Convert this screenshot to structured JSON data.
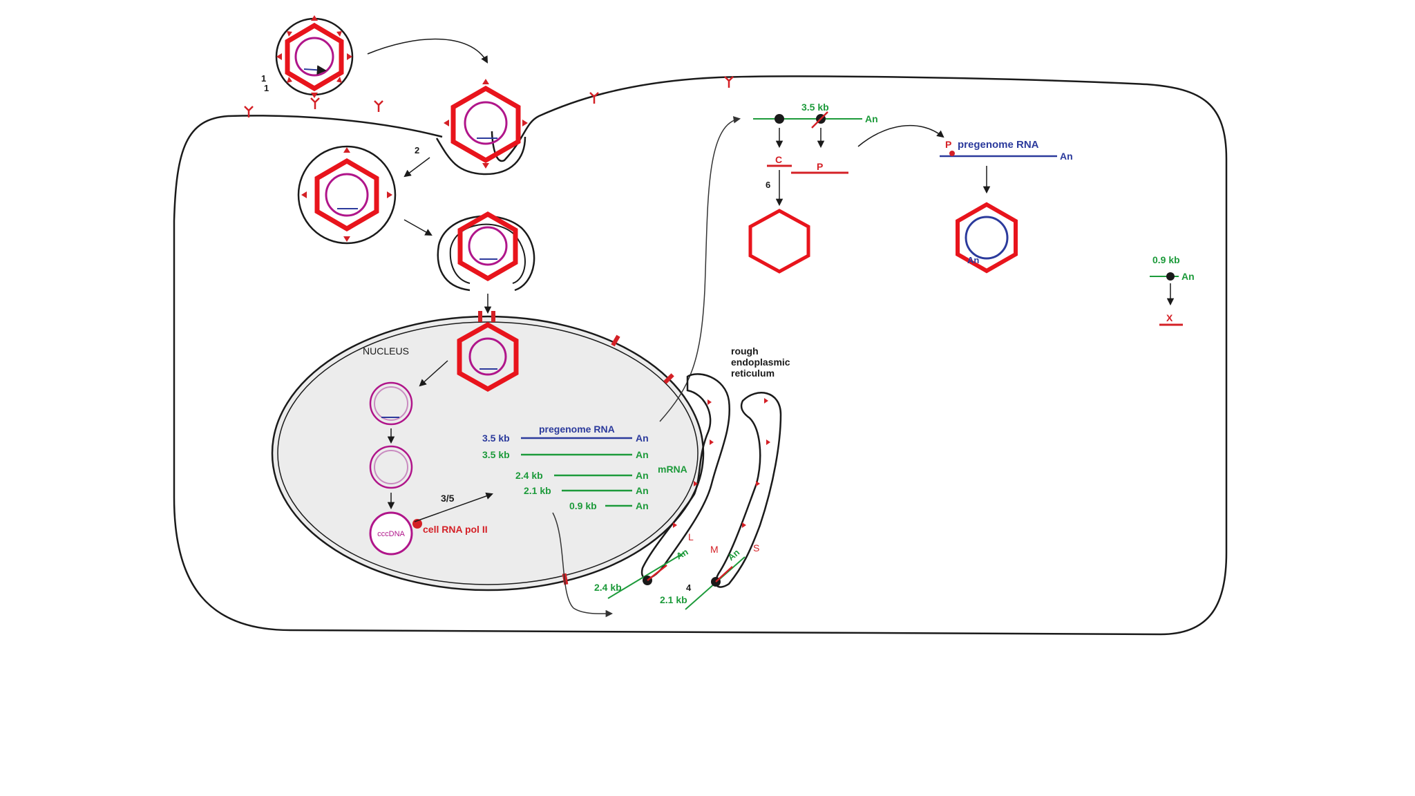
{
  "colors": {
    "membrane": "#1a1a1a",
    "capsid": "#e8141c",
    "genome": "#b0158a",
    "pregenome": "#2b3a9c",
    "mrna": "#1c9a3a",
    "protein": "#d42026",
    "nucleus_fill": "#ececec"
  },
  "labels": {
    "step1": "1",
    "step1b": "1",
    "step2": "2",
    "step35": "3/5",
    "step4": "4",
    "step6": "6",
    "nucleus": "NUCLEUS",
    "rer_line1": "rough",
    "rer_line2": "endoplasmic",
    "rer_line3": "reticulum",
    "cccdna": "cccDNA",
    "rna_pol": "cell RNA pol II",
    "mrna": "mRNA",
    "pregenome_nuc": "pregenome RNA",
    "kb35_blue": "3.5 kb",
    "kb35_green": "3.5 kb",
    "kb24": "2.4 kb",
    "kb21": "2.1 kb",
    "kb09": "0.9 kb",
    "an": "An",
    "cyto_kb35": "3.5 kb",
    "protein_c": "C",
    "protein_p": "P",
    "pregenome_cyto_p": "P",
    "pregenome_cyto": "pregenome RNA",
    "cyto_kb09": "0.9 kb",
    "protein_x": "X",
    "er_kb24": "2.4 kb",
    "er_kb21": "2.1 kb",
    "protein_l": "L",
    "protein_m": "M",
    "protein_s": "S"
  }
}
